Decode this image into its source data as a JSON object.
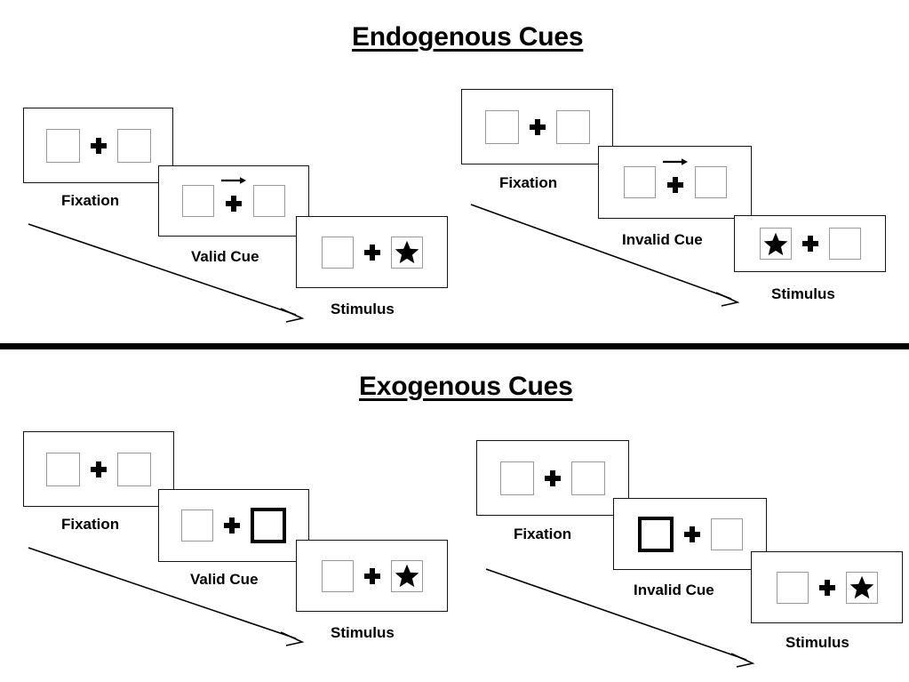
{
  "figure": {
    "background_color": "#ffffff",
    "ink_color": "#000000",
    "box_border_color": "#9a9a9a",
    "cue_box_highlight_color": "#000000"
  },
  "sections": [
    {
      "id": "endogenous",
      "title": "Endogenous Cues",
      "sequences": [
        {
          "id": "endogenous-valid",
          "cue_type": "valid",
          "steps": [
            {
              "caption": "Fixation",
              "left_box": "empty",
              "right_box": "empty",
              "cue": "none"
            },
            {
              "caption": "Valid Cue",
              "left_box": "empty",
              "right_box": "empty",
              "cue": "arrow-right"
            },
            {
              "caption": "Stimulus",
              "left_box": "empty",
              "right_box": "star",
              "cue": "none"
            }
          ]
        },
        {
          "id": "endogenous-invalid",
          "cue_type": "invalid",
          "steps": [
            {
              "caption": "Fixation",
              "left_box": "empty",
              "right_box": "empty",
              "cue": "none"
            },
            {
              "caption": "Invalid Cue",
              "left_box": "empty",
              "right_box": "empty",
              "cue": "arrow-right"
            },
            {
              "caption": "Stimulus",
              "left_box": "star",
              "right_box": "empty",
              "cue": "none"
            }
          ]
        }
      ]
    },
    {
      "id": "exogenous",
      "title": "Exogenous Cues",
      "sequences": [
        {
          "id": "exogenous-valid",
          "cue_type": "valid",
          "steps": [
            {
              "caption": "Fixation",
              "left_box": "empty",
              "right_box": "empty",
              "cue": "none"
            },
            {
              "caption": "Valid Cue",
              "left_box": "empty",
              "right_box": "highlight",
              "cue": "none"
            },
            {
              "caption": "Stimulus",
              "left_box": "empty",
              "right_box": "star",
              "cue": "none"
            }
          ]
        },
        {
          "id": "exogenous-invalid",
          "cue_type": "invalid",
          "steps": [
            {
              "caption": "Fixation",
              "left_box": "empty",
              "right_box": "empty",
              "cue": "none"
            },
            {
              "caption": "Invalid Cue",
              "left_box": "highlight",
              "right_box": "empty",
              "cue": "none"
            },
            {
              "caption": "Stimulus",
              "left_box": "empty",
              "right_box": "star",
              "cue": "none"
            }
          ]
        }
      ]
    }
  ],
  "labels": {
    "endogenous_title": "Endogenous Cues",
    "exogenous_title": "Exogenous Cues",
    "fixation": "Fixation",
    "valid_cue": "Valid Cue",
    "invalid_cue": "Invalid Cue",
    "stimulus": "Stimulus"
  },
  "icons": {
    "fixation_cross": "fixation-cross-icon",
    "cue_arrow": "arrow-right-icon",
    "target": "star-icon",
    "flow": "flow-arrow-icon"
  }
}
